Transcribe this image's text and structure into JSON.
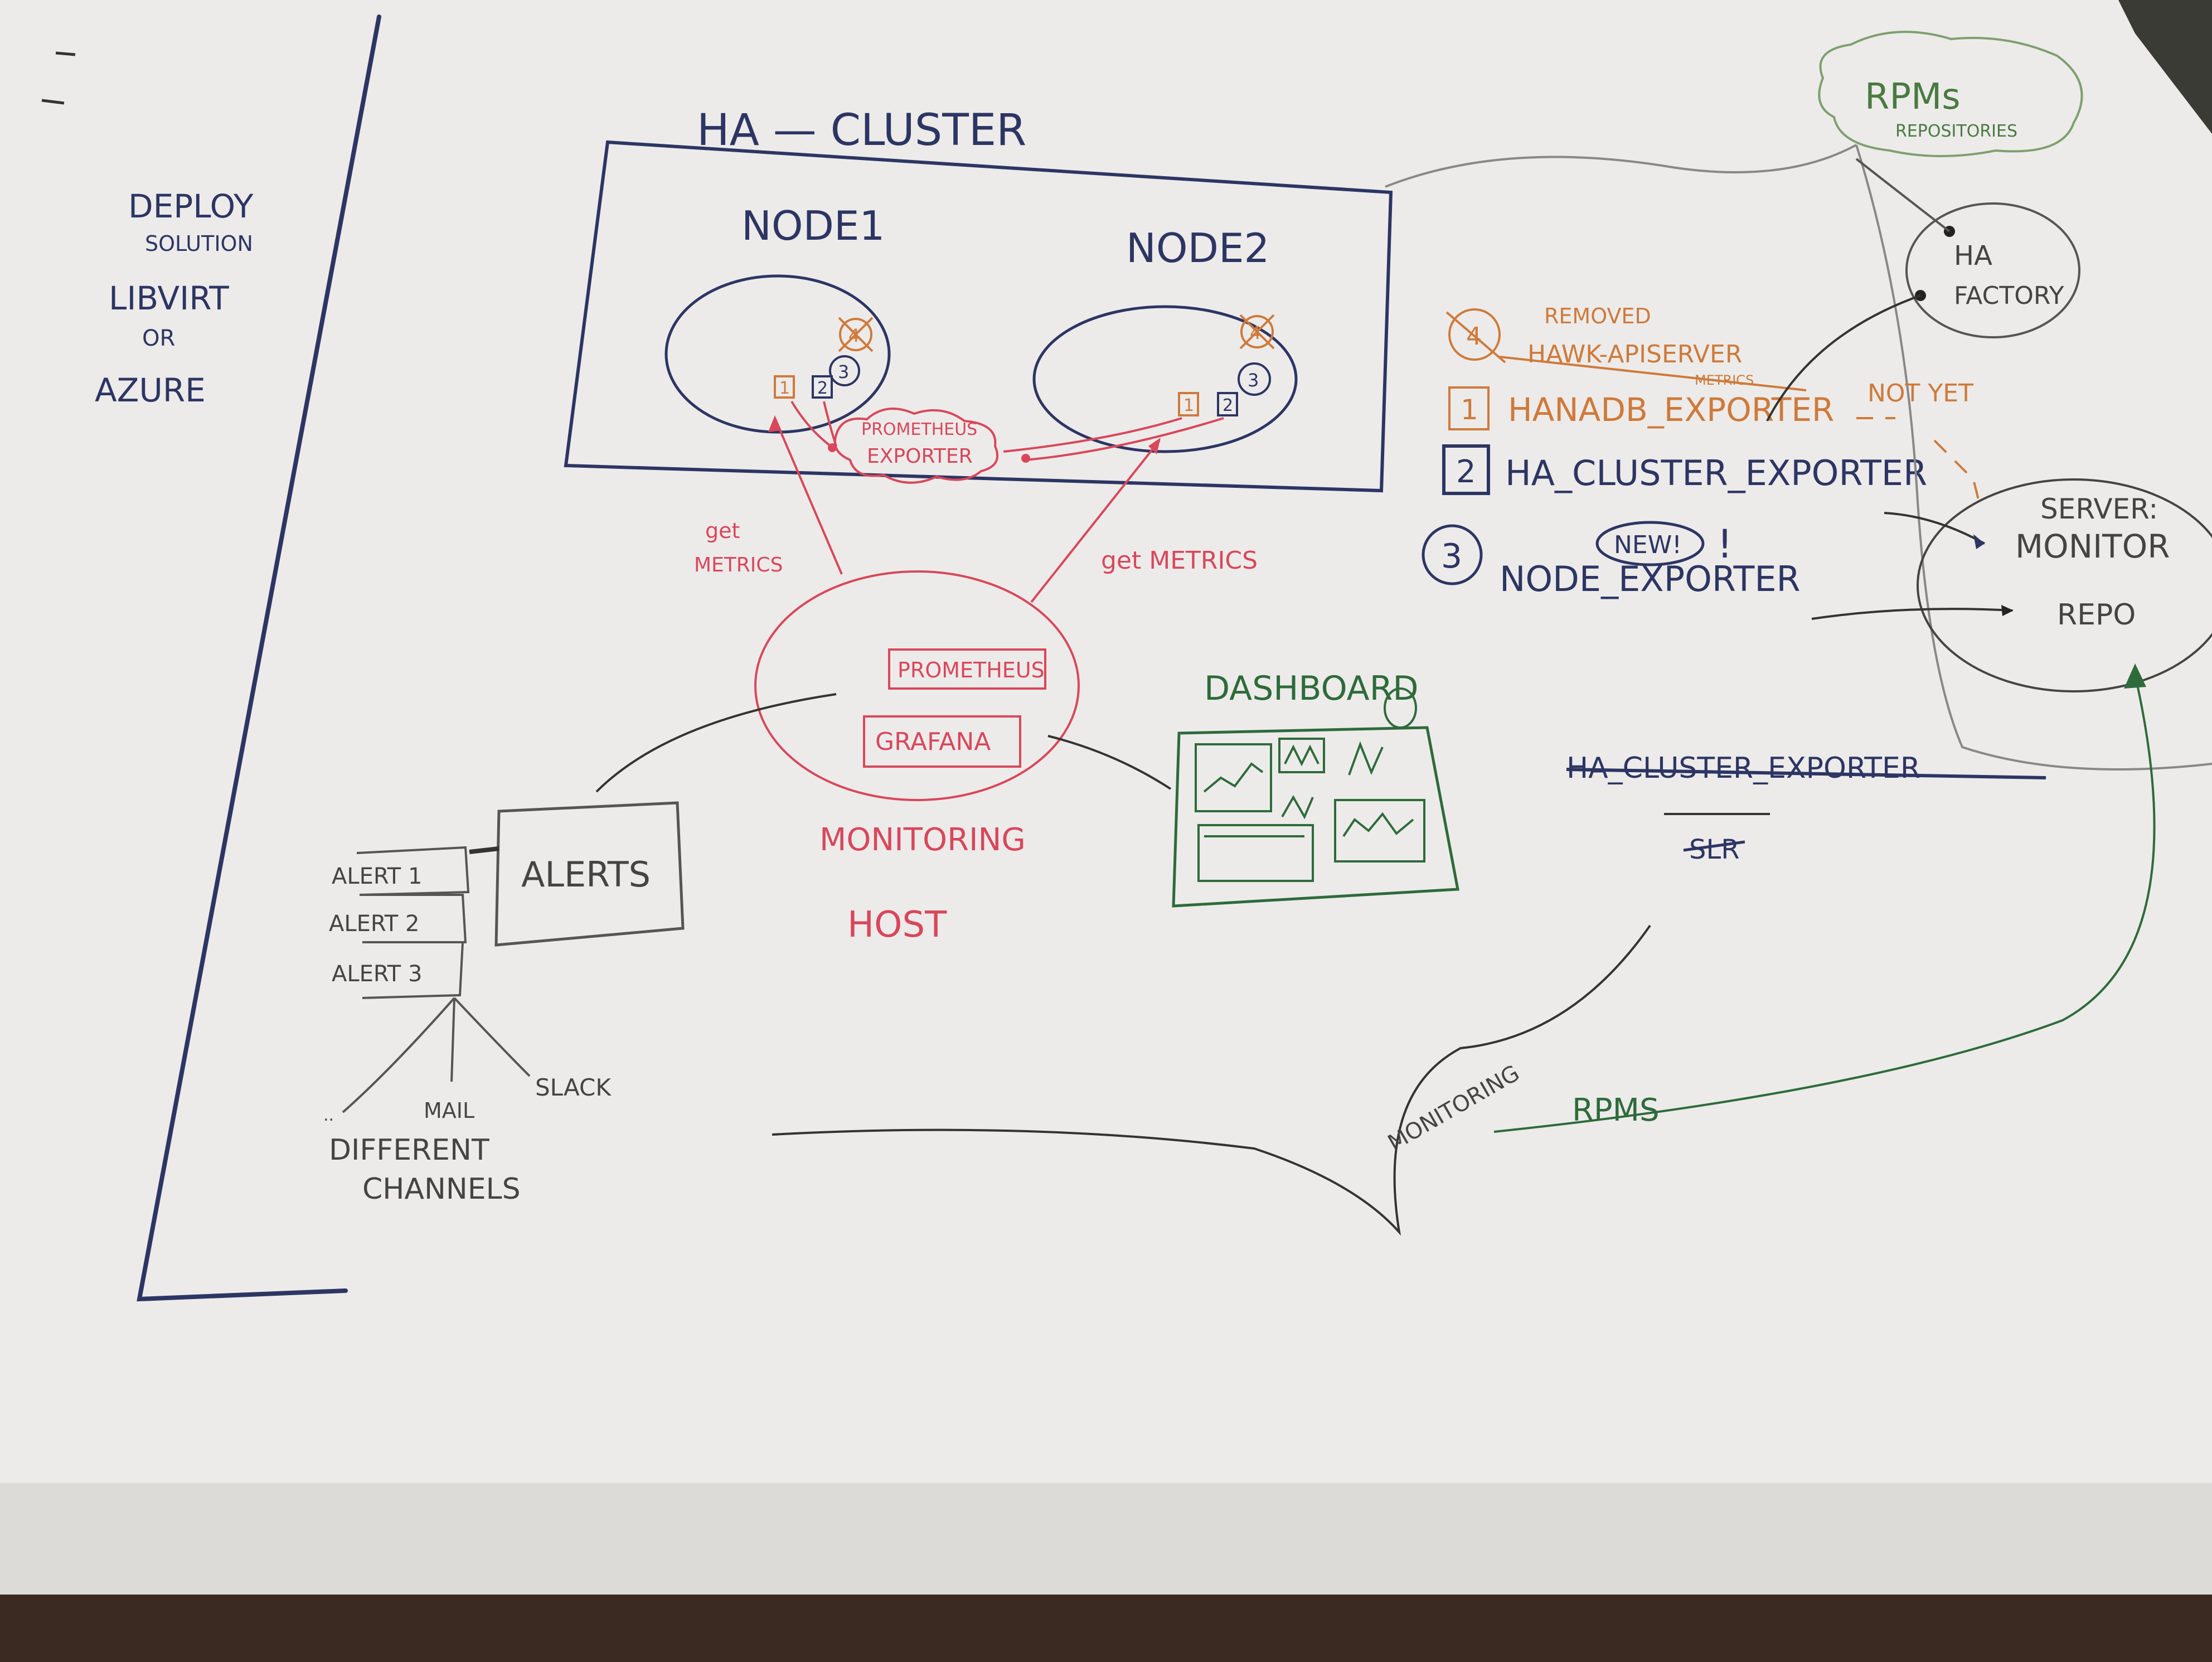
{
  "colors": {
    "paper": "#ecebea",
    "paper_edge": "#d9d8d6",
    "table": "#3a2a22",
    "navy": "#2d3563",
    "red": "#d9475a",
    "orange": "#cf7a3a",
    "green": "#2e6b3a",
    "gray": "#7b7b7b"
  },
  "left": {
    "deploy": "DEPLOY",
    "solution": "SOLUTION",
    "libvirt": "LIBVIRT",
    "or": "OR",
    "azure": "AZURE"
  },
  "cluster": {
    "title": "HA — CLUSTER",
    "node1": "NODE1",
    "node2": "NODE2",
    "badge1": "1",
    "badge2": "2",
    "badge3": "3",
    "badge4": "4",
    "exporter_cloud": [
      "PROMETHEUS",
      "EXPORTER"
    ]
  },
  "monitoring": {
    "get_metrics_left": [
      "get",
      "METRICS"
    ],
    "get_metrics_right": "get METRICS",
    "prometheus": "PROMETHEUS",
    "grafana": "GRAFANA",
    "host_line1": "MONITORING",
    "host_line2": "HOST"
  },
  "alerts": {
    "title": "ALERTS",
    "items": [
      "ALERT 1",
      "ALERT 2",
      "ALERT 3"
    ],
    "channel_mail": "MAIL",
    "channel_slack": "SLACK",
    "channels_line1": "DIFFERENT",
    "channels_line2": "CHANNELS"
  },
  "dashboard": {
    "title": "DASHBOARD"
  },
  "legend": {
    "removed": "REMOVED",
    "hawk": "HAWK-APISERVER",
    "hawk_sub": "METRICS",
    "item1": "HANADB_EXPORTER",
    "item2": "HA_CLUSTER_EXPORTER",
    "new_badge": "NEW!",
    "exclaim": "!",
    "item3": "NODE_EXPORTER"
  },
  "rpms": {
    "cloud_title": "RPMs",
    "cloud_sub": "REPOSITORIES",
    "ha_factory_line1": "HA",
    "ha_factory_line2": "FACTORY",
    "not_yet": "NOT YET",
    "server_line1": "SERVER:",
    "server_line2": "MONITOR",
    "server_line3": "REPO",
    "strike_text": "HA_CLUSTER_EXPORTER",
    "small_strike": "SLR",
    "bubble_line1": "MONITORING",
    "bubble_line2": "RPMS"
  }
}
